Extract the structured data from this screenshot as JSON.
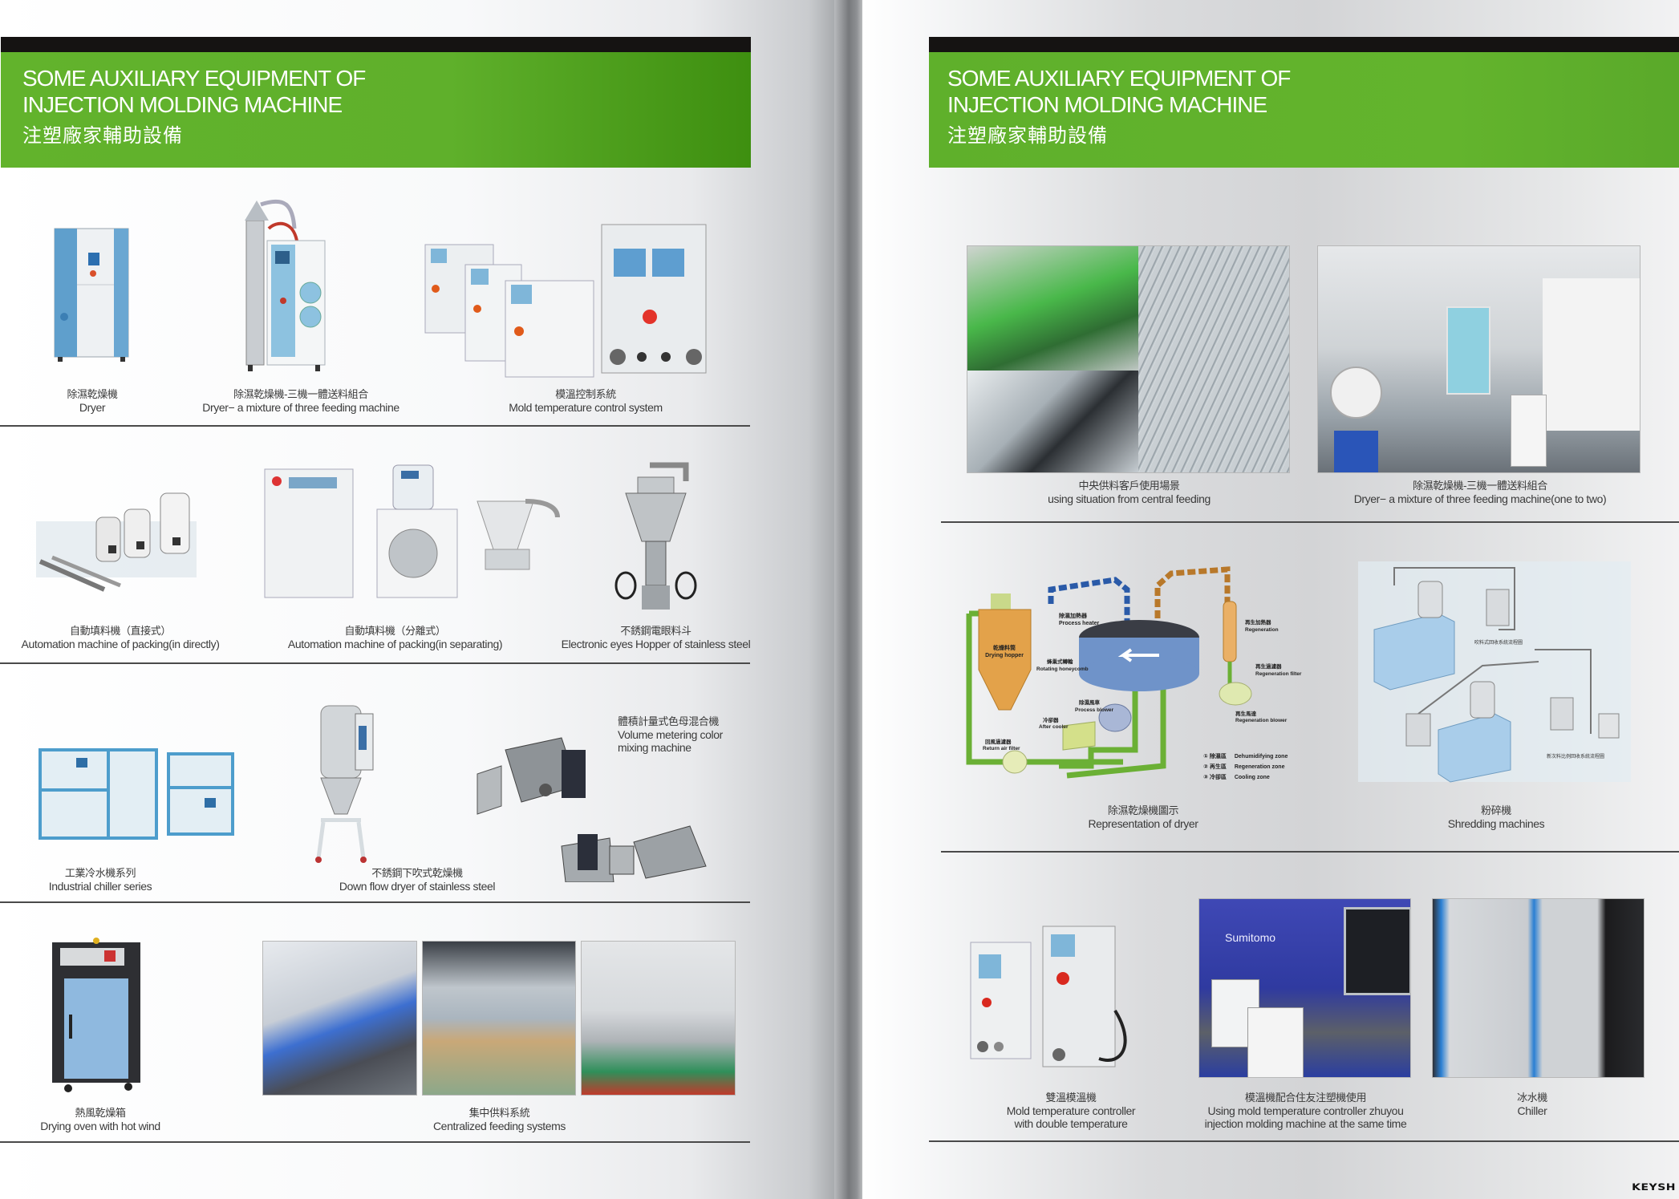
{
  "left_page": {
    "header": {
      "title_line1": "SOME AUXILIARY EQUIPMENT OF",
      "title_line2": "INJECTION MOLDING MACHINE",
      "subtitle": "注塑廠家輔助設備"
    },
    "rows": [
      {
        "items": [
          {
            "zh": "除濕乾燥機",
            "en": "Dryer"
          },
          {
            "zh": "除濕乾燥機-三機一體送料組合",
            "en": "Dryer− a mixture of three feeding machine"
          },
          {
            "zh": "模溫控制系統",
            "en": "Mold temperature control system"
          }
        ]
      },
      {
        "items": [
          {
            "zh": "自動填料機（直接式）",
            "en": "Automation machine of packing(in directly)"
          },
          {
            "zh": "自動填料機（分離式）",
            "en": "Automation machine of packing(in separating)"
          },
          {
            "zh": "不銹鋼電眼料斗",
            "en": "Electronic eyes Hopper of  stainless steel"
          }
        ]
      },
      {
        "items": [
          {
            "zh": "工業冷水機系列",
            "en": "Industrial chiller series"
          },
          {
            "zh": "不銹鋼下吹式乾燥機",
            "en": "Down flow dryer of stainless steel"
          },
          {
            "zh": "體積計量式色母混合機",
            "en_line1": "Volume metering color",
            "en_line2": "mixing machine"
          }
        ]
      },
      {
        "items": [
          {
            "zh": "熱風乾燥箱",
            "en": "Drying oven with hot wind"
          },
          {
            "zh": "集中供料系統",
            "en": "Centralized feeding systems"
          }
        ]
      }
    ]
  },
  "right_page": {
    "header": {
      "title_line1": "SOME AUXILIARY EQUIPMENT OF",
      "title_line2": "INJECTION MOLDING MACHINE",
      "subtitle": "注塑廠家輔助設備"
    },
    "rows": [
      {
        "items": [
          {
            "zh": "中央供料客戶使用場景",
            "en": "using situation from central feeding"
          },
          {
            "zh": "除濕乾燥機-三機一體送料組合",
            "en": "Dryer− a mixture of three feeding machine(one to two)"
          }
        ]
      },
      {
        "items": [
          {
            "zh": "除濕乾燥機圖示",
            "en": "Representation of dryer"
          },
          {
            "zh": "粉碎機",
            "en": "Shredding machines"
          }
        ]
      },
      {
        "items": [
          {
            "zh": "雙溫模溫機",
            "en_line1": "Mold temperature controller",
            "en_line2": "with double temperature"
          },
          {
            "zh": "模溫機配合住友注塑機使用",
            "en_line1": "Using mold temperature controller zhuyou",
            "en_line2": "injection molding machine at the same time"
          },
          {
            "zh": "冰水機",
            "en": "Chiller"
          }
        ]
      }
    ],
    "dryer_diagram": {
      "labels": {
        "process_heater_zh": "除濕加熱器",
        "process_heater": "Process heater",
        "drying_hopper_zh": "乾燥料筒",
        "drying_hopper": "Drying hopper",
        "rotating_honeycomb_zh": "蜂巢式轉輪",
        "rotating_honeycomb": "Rotating honeycomb",
        "process_blower_zh": "除濕風車",
        "process_blower": "Process blower",
        "after_cooler_zh": "冷卻器",
        "after_cooler": "After cooler",
        "return_air_filter_zh": "回風過濾器",
        "return_air_filter": "Return air filter",
        "regeneration_heater_zh": "再生加熱器",
        "regeneration_heater": "Regeneration",
        "regeneration_filter_zh": "再生過濾器",
        "regeneration_filter": "Regeneration filter",
        "regeneration_blower_zh": "再生馬達",
        "regeneration_blower": "Regeneration blower"
      },
      "legend": [
        {
          "num": "①",
          "zh": "除濕區",
          "en": "Dehumidifying zone"
        },
        {
          "num": "②",
          "zh": "再生區",
          "en": "Regeneration zone"
        },
        {
          "num": "③",
          "zh": "冷卻區",
          "en": "Cooling zone"
        }
      ]
    },
    "shredder_diagram": {
      "label_top": "吹料式回收系統流程圖",
      "label_bottom": "新次料比例回收系統流程圖"
    },
    "photo_texts": {
      "sumitomo_logo": "Sumitomo"
    },
    "brand": "KEYSH"
  },
  "colors": {
    "header_green": "#62b32c",
    "header_black": "#151312",
    "rule": "#4a4a4a",
    "caption_text": "#3a3a3a"
  }
}
